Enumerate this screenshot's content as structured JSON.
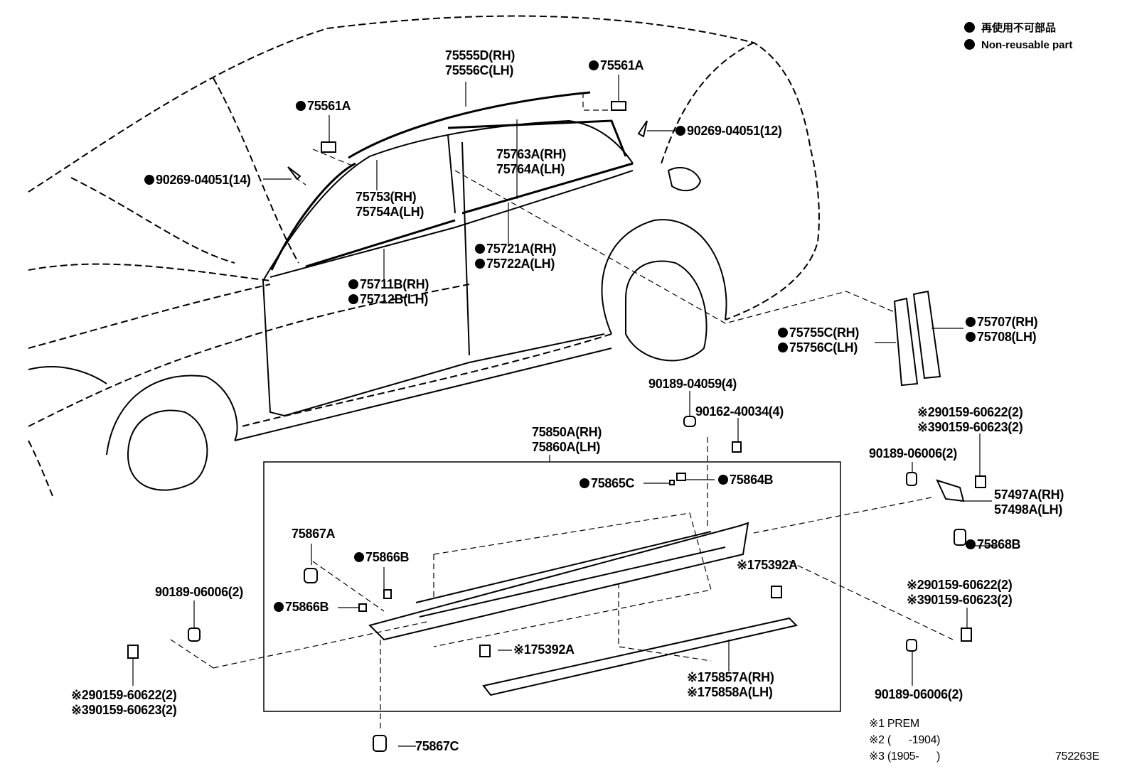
{
  "legend": {
    "ja": "再使用不可部品",
    "en": "Non-reusable part"
  },
  "labels": [
    {
      "t": [
        "75555D(RH)",
        "75556C(LH)"
      ],
      "bullet": false
    },
    {
      "t": [
        "75561A"
      ],
      "bullet": true
    },
    {
      "t": [
        "75561A"
      ],
      "bullet": true
    },
    {
      "t": [
        "90269-04051(12)"
      ],
      "bullet": true
    },
    {
      "t": [
        "90269-04051(14)"
      ],
      "bullet": true
    },
    {
      "t": [
        "75763A(RH)",
        "75764A(LH)"
      ],
      "bullet": false
    },
    {
      "t": [
        "75753(RH)",
        "75754A(LH)"
      ],
      "bullet": false
    },
    {
      "t": [
        "75721A(RH)",
        "75722A(LH)"
      ],
      "bullet": true
    },
    {
      "t": [
        "75711B(RH)",
        "75712B(LH)"
      ],
      "bullet": true
    },
    {
      "t": [
        "75755C(RH)",
        "75756C(LH)"
      ],
      "bullet": true
    },
    {
      "t": [
        "75707(RH)",
        "75708(LH)"
      ],
      "bullet": true
    },
    {
      "t": [
        "90189-04059(4)"
      ],
      "bullet": false
    },
    {
      "t": [
        "90162-40034(4)"
      ],
      "bullet": false
    },
    {
      "t": [
        "※290159-60622(2)",
        "※390159-60623(2)"
      ],
      "bullet": false
    },
    {
      "t": [
        "90189-06006(2)"
      ],
      "bullet": false
    },
    {
      "t": [
        "75850A(RH)",
        "75860A(LH)"
      ],
      "bullet": false
    },
    {
      "t": [
        "75865C"
      ],
      "bullet": true
    },
    {
      "t": [
        "75864B"
      ],
      "bullet": true
    },
    {
      "t": [
        "57497A(RH)",
        "57498A(LH)"
      ],
      "bullet": false
    },
    {
      "t": [
        "75867A"
      ],
      "bullet": false
    },
    {
      "t": [
        "75866B"
      ],
      "bullet": true
    },
    {
      "t": [
        "75866B"
      ],
      "bullet": true
    },
    {
      "t": [
        "90189-06006(2)"
      ],
      "bullet": false
    },
    {
      "t": [
        "※175392A"
      ],
      "bullet": false
    },
    {
      "t": [
        "75868B"
      ],
      "bullet": true
    },
    {
      "t": [
        "※290159-60622(2)",
        "※390159-60623(2)"
      ],
      "bullet": false
    },
    {
      "t": [
        "※175392A"
      ],
      "bullet": false
    },
    {
      "t": [
        "※175857A(RH)",
        "※175858A(LH)"
      ],
      "bullet": false
    },
    {
      "t": [
        "※290159-60622(2)",
        "※390159-60623(2)"
      ],
      "bullet": false
    },
    {
      "t": [
        "90189-06006(2)"
      ],
      "bullet": false
    },
    {
      "t": [
        "75867C"
      ],
      "bullet": false
    }
  ],
  "notes": [
    "※1 PREM",
    "※2 (      -1904)",
    "※3 (1905-      )"
  ],
  "drawing_code": "752263E"
}
